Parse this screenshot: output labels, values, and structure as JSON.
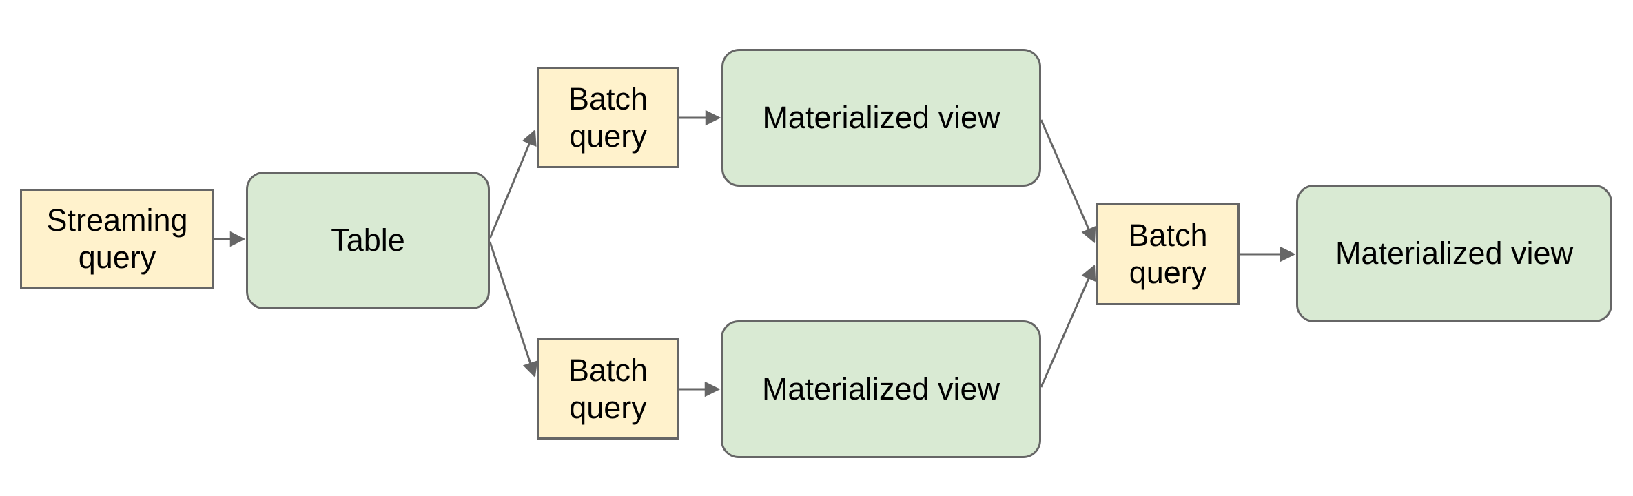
{
  "diagram": {
    "type": "flowchart",
    "background": "#ffffff",
    "colors": {
      "query_fill": "#fff2cc",
      "view_fill": "#d9ead3",
      "border": "#666666",
      "connector": "#666666",
      "text": "#000000"
    },
    "nodes": [
      {
        "id": "streaming-query",
        "label": "Streaming query",
        "shape": "rectangle",
        "fill": "#fff2cc"
      },
      {
        "id": "table",
        "label": "Table",
        "shape": "rounded-rectangle",
        "fill": "#d9ead3"
      },
      {
        "id": "batch-query-top",
        "label": "Batch query",
        "shape": "rectangle",
        "fill": "#fff2cc"
      },
      {
        "id": "materialized-view-top",
        "label": "Materialized view",
        "shape": "rounded-rectangle",
        "fill": "#d9ead3"
      },
      {
        "id": "batch-query-bottom",
        "label": "Batch query",
        "shape": "rectangle",
        "fill": "#fff2cc"
      },
      {
        "id": "materialized-view-bottom",
        "label": "Materialized view",
        "shape": "rounded-rectangle",
        "fill": "#d9ead3"
      },
      {
        "id": "batch-query-right",
        "label": "Batch query",
        "shape": "rectangle",
        "fill": "#fff2cc"
      },
      {
        "id": "materialized-view-right",
        "label": "Materialized view",
        "shape": "rounded-rectangle",
        "fill": "#d9ead3"
      }
    ],
    "edges": [
      {
        "from": "streaming-query",
        "to": "table"
      },
      {
        "from": "table",
        "to": "batch-query-top"
      },
      {
        "from": "table",
        "to": "batch-query-bottom"
      },
      {
        "from": "batch-query-top",
        "to": "materialized-view-top"
      },
      {
        "from": "batch-query-bottom",
        "to": "materialized-view-bottom"
      },
      {
        "from": "materialized-view-top",
        "to": "batch-query-right"
      },
      {
        "from": "materialized-view-bottom",
        "to": "batch-query-right"
      },
      {
        "from": "batch-query-right",
        "to": "materialized-view-right"
      }
    ]
  }
}
